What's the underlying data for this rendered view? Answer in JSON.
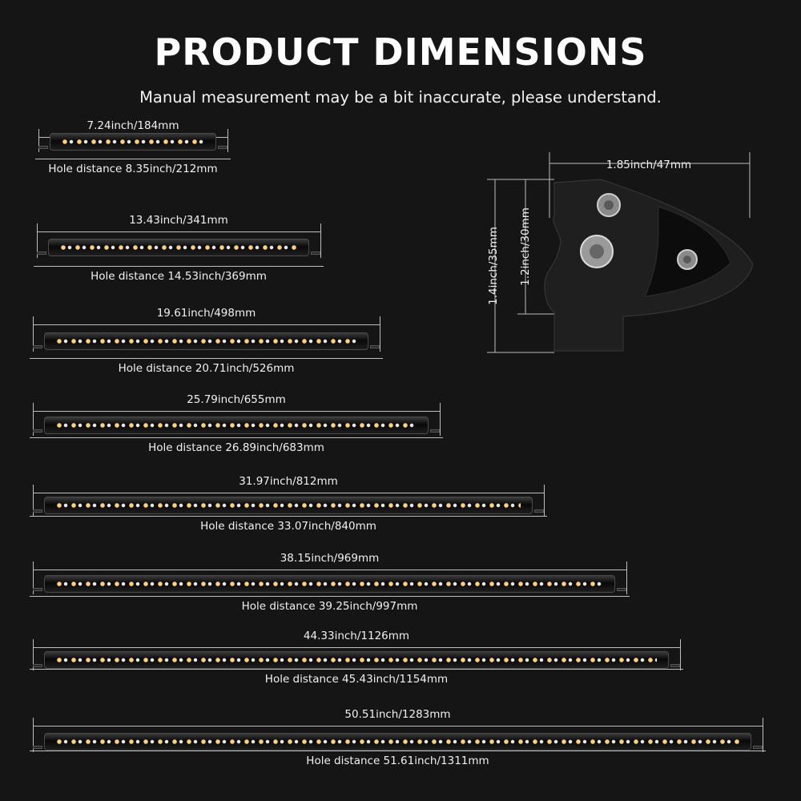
{
  "header": {
    "title": "PRODUCT DIMENSIONS",
    "subtitle": "Manual measurement may be a bit inaccurate, please understand."
  },
  "bars": [
    {
      "length": "7.24inch/184mm",
      "hole": "Hole distance 8.35inch/212mm"
    },
    {
      "length": "13.43inch/341mm",
      "hole": "Hole distance 14.53inch/369mm"
    },
    {
      "length": "19.61inch/498mm",
      "hole": "Hole distance 20.71inch/526mm"
    },
    {
      "length": "25.79inch/655mm",
      "hole": "Hole distance 26.89inch/683mm"
    },
    {
      "length": "31.97inch/812mm",
      "hole": "Hole distance 33.07inch/840mm"
    },
    {
      "length": "38.15inch/969mm",
      "hole": "Hole distance 39.25inch/997mm"
    },
    {
      "length": "44.33inch/1126mm",
      "hole": "Hole distance 45.43inch/1154mm"
    },
    {
      "length": "50.51inch/1283mm",
      "hole": "Hole distance 51.61inch/1311mm"
    }
  ],
  "side_view": {
    "width": "1.85inch/47mm",
    "total_height": "1.4inch/35mm",
    "inner_height": "1.2inch/30mm"
  },
  "colors": {
    "background": "#151515",
    "text": "#ffffff",
    "led_warm": "#ffd27a",
    "led_white": "#e8e8e8"
  }
}
